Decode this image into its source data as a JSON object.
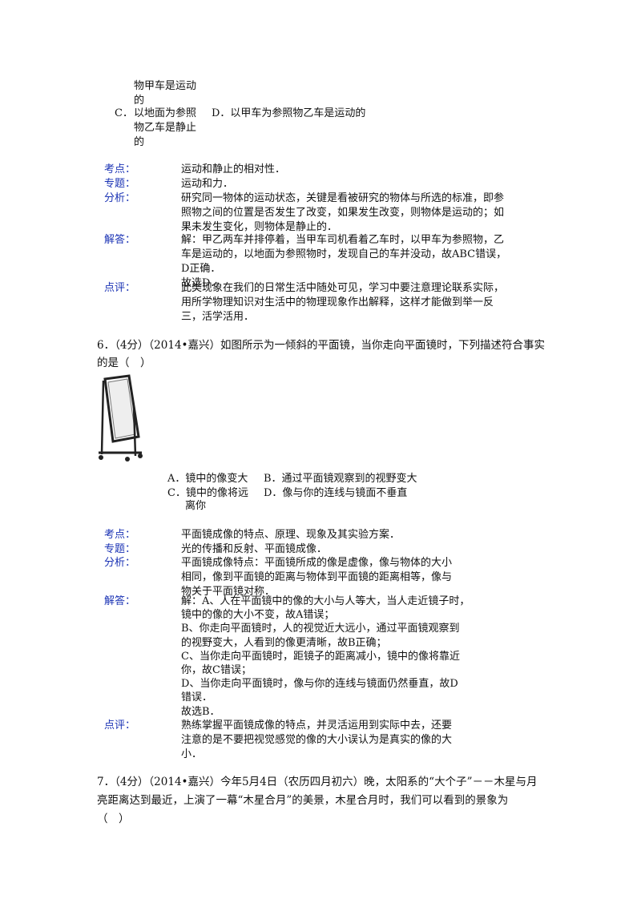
{
  "q5": {
    "option_b_cont": [
      "物甲车是运动",
      "的"
    ],
    "option_c_letter": "C．",
    "option_c_lines": [
      "以地面为参照",
      "物乙车是静止",
      "的"
    ],
    "option_d": "D．以甲车为参照物乙车是运动的",
    "analysis": {
      "kaodian_label": "考点：",
      "kaodian": [
        "运动和静止的相对性．"
      ],
      "zhuanti_label": "专题：",
      "zhuanti": [
        "运动和力．"
      ],
      "fenxi_label": "分析：",
      "fenxi": [
        "研究同一物体的运动状态，关键是看被研究的物体与所选的标准，即参",
        "照物之间的位置是否发生了改变，如果发生改变，则物体是运动的；如",
        "果未发生变化，则物体是静止的．"
      ],
      "jieda_label": "解答：",
      "jieda": [
        "解：甲乙两车并排停着，当甲车司机看着乙车时，以甲车为参照物，乙",
        "车是运动的，以地面为参照物时，发现自己的车并没动，故ABC错误，",
        "D正确．",
        "故选D．"
      ],
      "dianping_label": "点评：",
      "dianping": [
        "此类现象在我们的日常生活中随处可见，学习中要注意理论联系实际，",
        "用所学物理知识对生活中的物理现象作出解释，这样才能做到举一反",
        "三，活学活用．"
      ]
    }
  },
  "q6": {
    "stem_line1": "6．（4分）（2014•嘉兴）如图所示为一倾斜的平面镜，当你走向平面镜时，下列描述符合事实",
    "stem_line2": "的是（　）",
    "option_a": "A．镜中的像变大",
    "option_b": "B．通过平面镜观察到的视野变大",
    "option_c_line1": "C．镜中的像将远",
    "option_c_line2": "离你",
    "option_d": "D．像与你的连线与镜面不垂直",
    "analysis": {
      "kaodian_label": "考点：",
      "kaodian": [
        "平面镜成像的特点、原理、现象及其实验方案．"
      ],
      "zhuanti_label": "专题：",
      "zhuanti": [
        "光的传播和反射、平面镜成像．"
      ],
      "fenxi_label": "分析：",
      "fenxi": [
        "平面镜成像特点：平面镜所成的像是虚像，像与物体的大小",
        "相同，像到平面镜的距离与物体到平面镜的距离相等，像与",
        "物关于平面镜对称．"
      ],
      "jieda_label": "解答：",
      "jieda": [
        "解：A、人在平面镜中的像的大小与人等大，当人走近镜子时，",
        "镜中的像的大小不变，故A错误；",
        "B、你走向平面镜时，人的视觉近大远小，通过平面镜观察到",
        "的视野变大，人看到的像更清晰，故B正确；",
        "C、当你走向平面镜时，距镜子的距离减小，镜中的像将靠近",
        "你，故C错误；",
        "D、当你走向平面镜时，像与你的连线与镜面仍然垂直，故D",
        "错误．",
        "故选B．"
      ],
      "dianping_label": "点评：",
      "dianping": [
        "熟练掌握平面镜成像的特点，并灵活运用到实际中去，还要",
        "注意的是不要把视觉感觉的像的大小误认为是真实的像的大",
        "小．"
      ]
    }
  },
  "q7": {
    "stem_line1": "7．（4分）（2014•嘉兴）今年5月4日（农历四月初六）晚，太阳系的“大个子”－－木星与月",
    "stem_line2": "亮距离达到最近，上演了一幕“木星合月”的美景，木星合月时，我们可以看到的景象为",
    "stem_line3": "（　）"
  },
  "icons": {
    "mirror": "tilted-floor-mirror-icon"
  }
}
